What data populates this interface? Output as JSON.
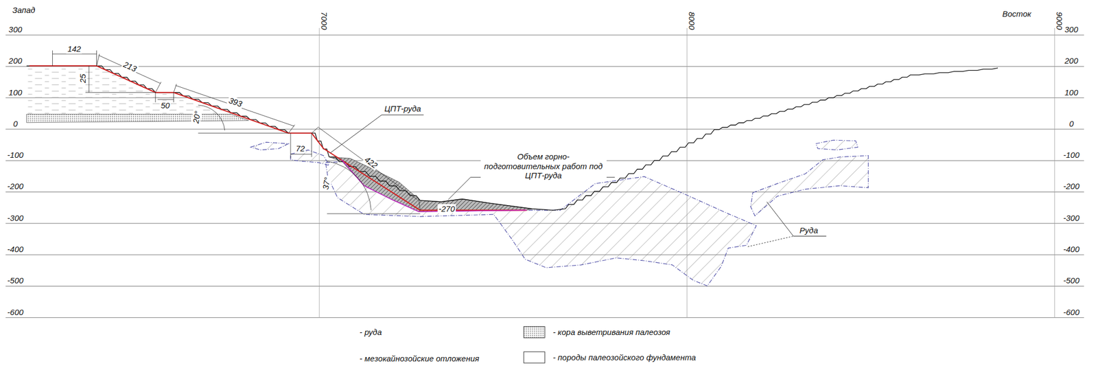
{
  "diagram": {
    "labels": [
      "Запад",
      "Восток",
      "300",
      "200",
      "100",
      "0",
      "-100",
      "-200",
      "-300",
      "-400",
      "-500",
      "-600",
      "300",
      "200",
      "100",
      "0",
      "-100",
      "-200",
      "-300",
      "-400",
      "-500",
      "-600",
      "7000",
      "8000",
      "9000",
      "142",
      "213",
      "25",
      "50",
      "393",
      "20°",
      "72",
      "422",
      "37°",
      "-270",
      "ЦПТ-руда",
      "Объем горно-подготовительных работ под ЦПТ-руда",
      "Руда"
    ],
    "legend": [
      {
        "text": "- руда"
      },
      {
        "text": "- мезокайнозойские отложения"
      },
      {
        "text": "- кора выветривания палеозоя"
      },
      {
        "text": "- породы палеозойского фундамента"
      }
    ]
  }
}
